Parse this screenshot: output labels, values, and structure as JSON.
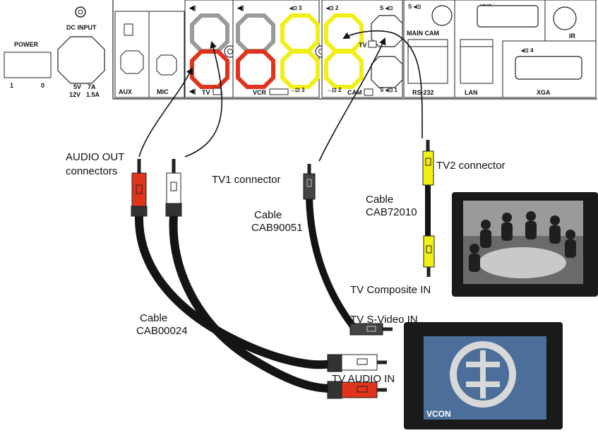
{
  "panel": {
    "power": "POWER",
    "power_on": "1",
    "power_off": "0",
    "dc_input": "DC INPUT",
    "dc_5v": "5V",
    "dc_7a": "7A",
    "dc_12v": "12V",
    "dc_15a": "1.5A",
    "aux": "AUX",
    "mic": "MIC",
    "tv": "TV",
    "vcr": "VCR",
    "cam": "CAM",
    "tv_video": "TV",
    "main_cam": "MAIN CAM",
    "ir": "IR",
    "rs232": "RS-232",
    "lan": "LAN",
    "xga": "XGA",
    "num_2": "2",
    "num_3": "3",
    "num_1": "1",
    "num_4": "4",
    "s_label": "S"
  },
  "labels": {
    "audio_out": "AUDIO OUT",
    "connectors": "connectors",
    "tv1_connector": "TV1 connector",
    "tv2_connector": "TV2 connector",
    "cable_word": "Cable",
    "cab_90051": "CAB90051",
    "cab_72010": "CAB72010",
    "cab_00024": "CAB00024",
    "tv_composite_in": "TV Composite IN",
    "tv_svideo_in": "TV S-Video IN",
    "tv_audio_in": "TV AUDIO IN"
  },
  "tv2_screen": {
    "brand": "VCON"
  },
  "colors": {
    "audio_red": "#e0341c",
    "video_yellow": "#f2ee18",
    "socket_gray": "#9a9a9a",
    "cable_black": "#141414"
  }
}
